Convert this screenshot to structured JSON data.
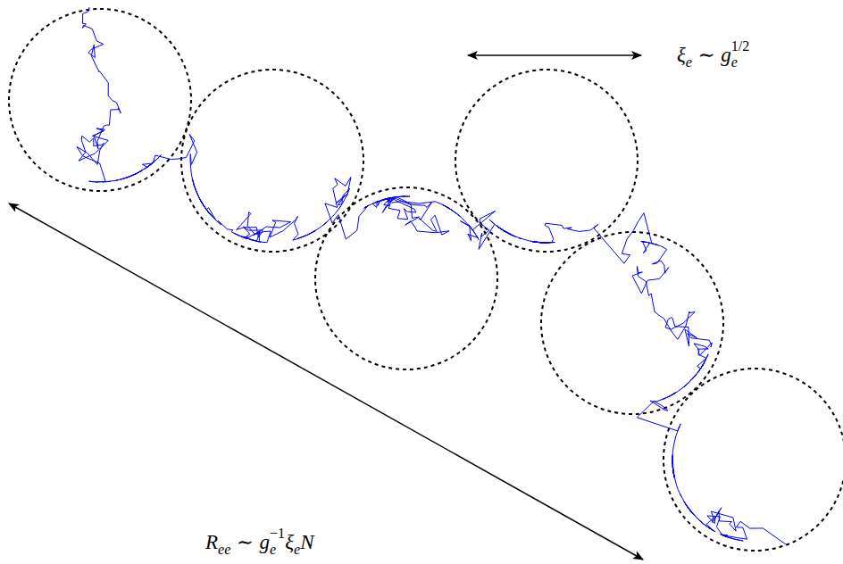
{
  "diagram": {
    "labels": [
      "ξ",
      "e",
      "∼",
      "g",
      "e",
      "1/2",
      "R",
      "ee",
      "∼",
      "g",
      "e",
      "−1",
      "ξ",
      "e",
      "N"
    ]
  }
}
